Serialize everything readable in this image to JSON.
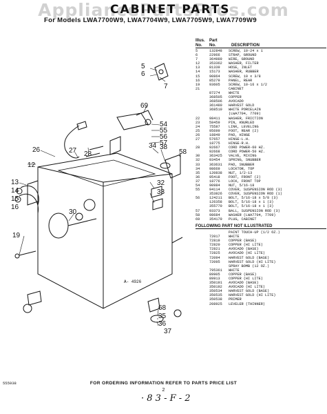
{
  "watermark": "AppliancePartsPros.com",
  "title": "CABINET PARTS",
  "models": "For Models LWA7700W9, LWA7704W9, LWA7705W9, LWA7709W9",
  "list_header": {
    "illus": "Illus.",
    "part": "Part",
    "no1": "No.",
    "no2": "No.",
    "description": "DESCRIPTION"
  },
  "parts": [
    {
      "n": "5",
      "p": "132848",
      "d": "SCREW, 10-24 x 1"
    },
    {
      "n": "6",
      "p": "22966",
      "d": "STRAP, GROUND"
    },
    {
      "n": "7",
      "p": "364989",
      "d": "WIRE, GROUND"
    },
    {
      "n": "12",
      "p": "353362",
      "d": "WASHER, FILTER"
    },
    {
      "n": "13",
      "p": "81339",
      "d": "HOSE, INLET"
    },
    {
      "n": "14",
      "p": "15173",
      "d": "WASHER, RUBBER"
    },
    {
      "n": "15",
      "p": "90864",
      "d": "SCREW, 10 x 3/8"
    },
    {
      "n": "16",
      "p": "85279",
      "d": "PANEL, REAR"
    },
    {
      "n": "19",
      "p": "93605",
      "d": "SCREW, 10-16 x 1/2"
    },
    {
      "n": "21",
      "p": "",
      "d": "CABINET"
    },
    {
      "n": "",
      "p": "87274",
      "d": "WHITE"
    },
    {
      "n": "",
      "p": "368505",
      "d": "COPPER"
    },
    {
      "n": "",
      "p": "368506",
      "d": "AVOCADO"
    },
    {
      "n": "",
      "p": "361480",
      "d": "HARVEST GOLD"
    },
    {
      "n": "",
      "p": "368510",
      "d": "WHITE PORCELAIN"
    },
    {
      "n": "",
      "p": "",
      "d": "(LWA7704, 7709)"
    },
    {
      "n": "22",
      "p": "98411",
      "d": "WASHER, FRICTION"
    },
    {
      "n": "23",
      "p": "58459",
      "d": "PIN, KNURLED"
    },
    {
      "n": "24",
      "p": "75587",
      "d": "LINK, LEVELING"
    },
    {
      "n": "25",
      "p": "95699",
      "d": "FOOT, REAR (2)"
    },
    {
      "n": "26",
      "p": "18849",
      "d": "PAD, HINGE"
    },
    {
      "n": "27",
      "p": "57657",
      "d": "HINGE-L.H."
    },
    {
      "n": "",
      "p": "18775",
      "d": "HINGE-R.H."
    },
    {
      "n": "28",
      "p": "92667",
      "d": "CORD POWER-60 HZ."
    },
    {
      "n": "",
      "p": "92668",
      "d": "CORD POWER-50 HZ."
    },
    {
      "n": "30",
      "p": "363425",
      "d": "VALVE, MIXING"
    },
    {
      "n": "32",
      "p": "93454",
      "d": "SPRING, SNUBBER"
    },
    {
      "n": "33",
      "p": "363631",
      "d": "PAD, SNUBBER"
    },
    {
      "n": "34",
      "p": "98669",
      "d": "LOCKTOR, TOP"
    },
    {
      "n": "35",
      "p": "120838",
      "d": "NUT, 1/2-13"
    },
    {
      "n": "36",
      "p": "95418",
      "d": "FOOT, FRONT (2)"
    },
    {
      "n": "37",
      "p": "18776",
      "d": "LOCK, FRONT TOP"
    },
    {
      "n": "54",
      "p": "90984",
      "d": "NUT, 5/16-18"
    },
    {
      "n": "55",
      "p": "94114",
      "d": "COVER, SUSPENSION ROD (3)"
    },
    {
      "n": "",
      "p": "353826",
      "d": "COVER, SUSPENSION ROD (1)"
    },
    {
      "n": "56",
      "p": "124211",
      "d": "BOLT, 5/16-18 x 5/8 (3)"
    },
    {
      "n": "",
      "p": "126358",
      "d": "BOLT, 5/16-18 x 1 (3)"
    },
    {
      "n": "",
      "p": "355770",
      "d": "BOLT, 5/16-18 x 1 (3)"
    },
    {
      "n": "57",
      "p": "93373",
      "d": "BALL, SUSPENSION ROD (3)"
    },
    {
      "n": "58",
      "p": "98684",
      "d": "WASHER (LWA7704, 7709)"
    },
    {
      "n": "69",
      "p": "354179",
      "d": "PLUG, CABINET"
    }
  ],
  "following_header": "FOLLOWING PART NOT ILLUSTRATED",
  "not_illustrated": [
    {
      "n": "",
      "p": "",
      "d": "PAINT TOUCH-UP (1/2 OZ.)"
    },
    {
      "n": "",
      "p": "72017",
      "d": "WHITE"
    },
    {
      "n": "",
      "p": "72819",
      "d": "COPPER (BASE)"
    },
    {
      "n": "",
      "p": "72820",
      "d": "COPPER (HI LITE)"
    },
    {
      "n": "",
      "p": "72821",
      "d": "AVOCADO (BASE)"
    },
    {
      "n": "",
      "p": "72825",
      "d": "AVOCADO (HI LITE)"
    },
    {
      "n": "",
      "p": "72094",
      "d": "HARVEST GOLD (BASE)"
    },
    {
      "n": "",
      "p": "72095",
      "d": "HARVEST GOLD (HI LITE)"
    },
    {
      "n": "",
      "p": "",
      "d": "SPRAY BOMB (12 OZ.)"
    },
    {
      "n": "",
      "p": "795361",
      "d": "WHITE"
    },
    {
      "n": "",
      "p": "89905",
      "d": "COPPER (BASE)"
    },
    {
      "n": "",
      "p": "89913",
      "d": "COPPER (HI LITE)"
    },
    {
      "n": "",
      "p": "350191",
      "d": "AVOCADO (BASE)"
    },
    {
      "n": "",
      "p": "350192",
      "d": "AVOCADO (HI LITE)"
    },
    {
      "n": "",
      "p": "350534",
      "d": "HARVEST GOLD (BASE)"
    },
    {
      "n": "",
      "p": "350535",
      "d": "HARVEST GOLD (HI LITE)"
    },
    {
      "n": "",
      "p": "350538",
      "d": "PRIMER"
    },
    {
      "n": "",
      "p": "208925",
      "d": "LEVELER (THINNER)"
    }
  ],
  "callouts": [
    "5",
    "6",
    "7",
    "69",
    "54",
    "55",
    "56",
    "57",
    "28",
    "27",
    "26",
    "12",
    "13",
    "14",
    "15",
    "16",
    "30",
    "32",
    "33",
    "34",
    "38",
    "58",
    "19",
    "68",
    "35",
    "36",
    "37"
  ],
  "figure_code": "A- 4926",
  "doc_code": "555938",
  "footer": "FOR ORDERING INFORMATION REFER TO PARTS PRICE LIST",
  "page_number": "2",
  "handwritten": "· 8 3 - F - 2"
}
